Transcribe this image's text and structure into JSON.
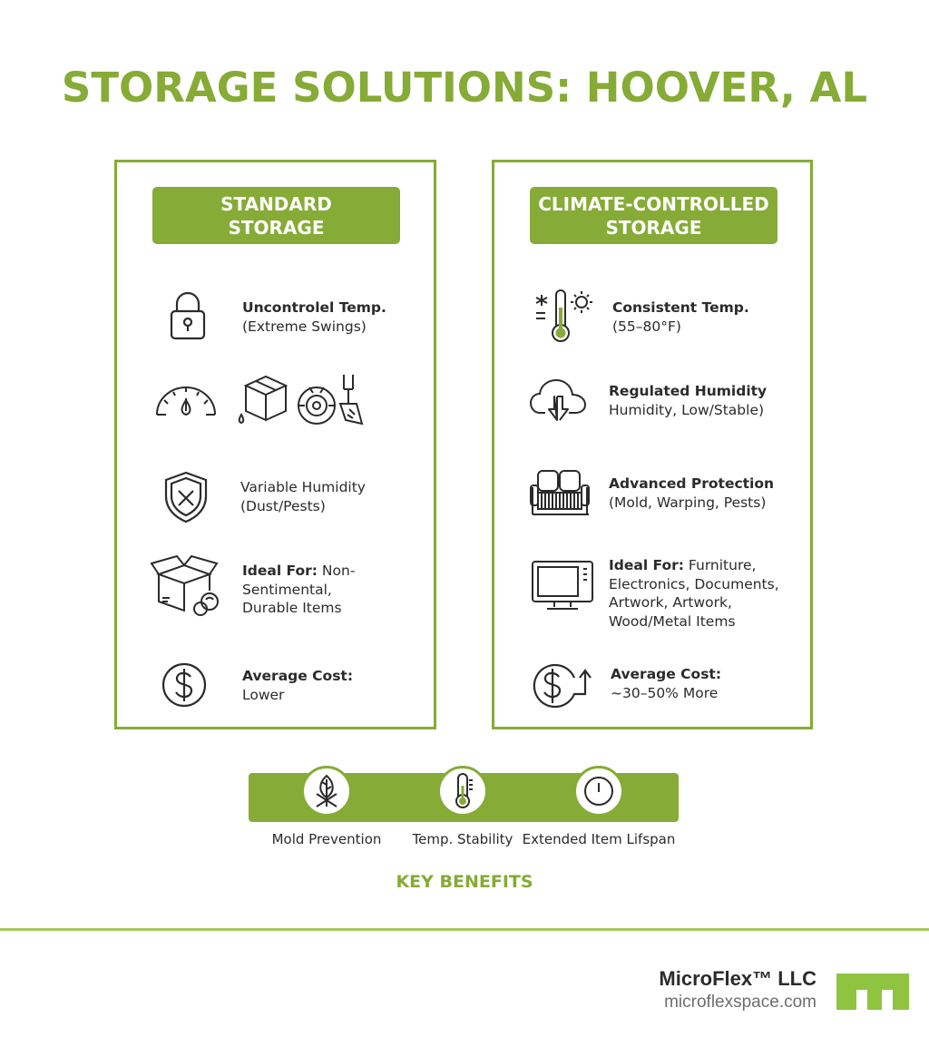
{
  "title": "STORAGE SOLUTIONS: HOOVER, AL",
  "standard": {
    "heading": "STANDARD\nSTORAGE",
    "items": [
      {
        "icon": "padlock-icon",
        "bold": "Uncontrolel Temp.",
        "text": "(Extreme Swings)"
      },
      {
        "icon": "gauge-icon",
        "bold": "",
        "text": ""
      },
      {
        "icon": "shield-x-icon",
        "bold": "",
        "text": "Variable Humidity (Dust/Pests)"
      },
      {
        "icon": "open-box-icon",
        "bold": "Ideal For:",
        "text": " Non-Sentimental, Durable Items"
      },
      {
        "icon": "dollar-icon",
        "bold": "Average Cost:",
        "text": "Lower"
      }
    ]
  },
  "climate": {
    "heading": "CLIMATE-CONTROLLED\nSTORAGE",
    "items": [
      {
        "icon": "thermometer-icon",
        "bold": "Consistent Temp.",
        "text": "(55–80°F)"
      },
      {
        "icon": "cloud-download-icon",
        "bold": "Regulated Humidity",
        "text": "Humidity, Low/Stable)"
      },
      {
        "icon": "sofa-icon",
        "bold": "Advanced Protection",
        "text": "(Mold, Warping, Pests)"
      },
      {
        "icon": "monitor-icon",
        "bold": "Ideal For:",
        "text": " Furniture, Electronics, Documents, Artwork, Artwork, Wood/Metal Items"
      },
      {
        "icon": "dollar-up-icon",
        "bold": "Average Cost:",
        "text": "~30–50% More"
      }
    ]
  },
  "benefits": {
    "heading": "KEY BENEFITS",
    "items": [
      {
        "icon": "leaf-x-icon",
        "label": "Mold Prevention"
      },
      {
        "icon": "thermometer-icon",
        "label": "Temp. Stability"
      },
      {
        "icon": "clock-icon",
        "label": "Extended Item Lifspan"
      }
    ]
  },
  "brand": {
    "name": "MicroFlex™ LLC",
    "url": "microflexspace.com"
  },
  "colors": {
    "accent": "#86ab36",
    "text": "#2b2b2b"
  }
}
